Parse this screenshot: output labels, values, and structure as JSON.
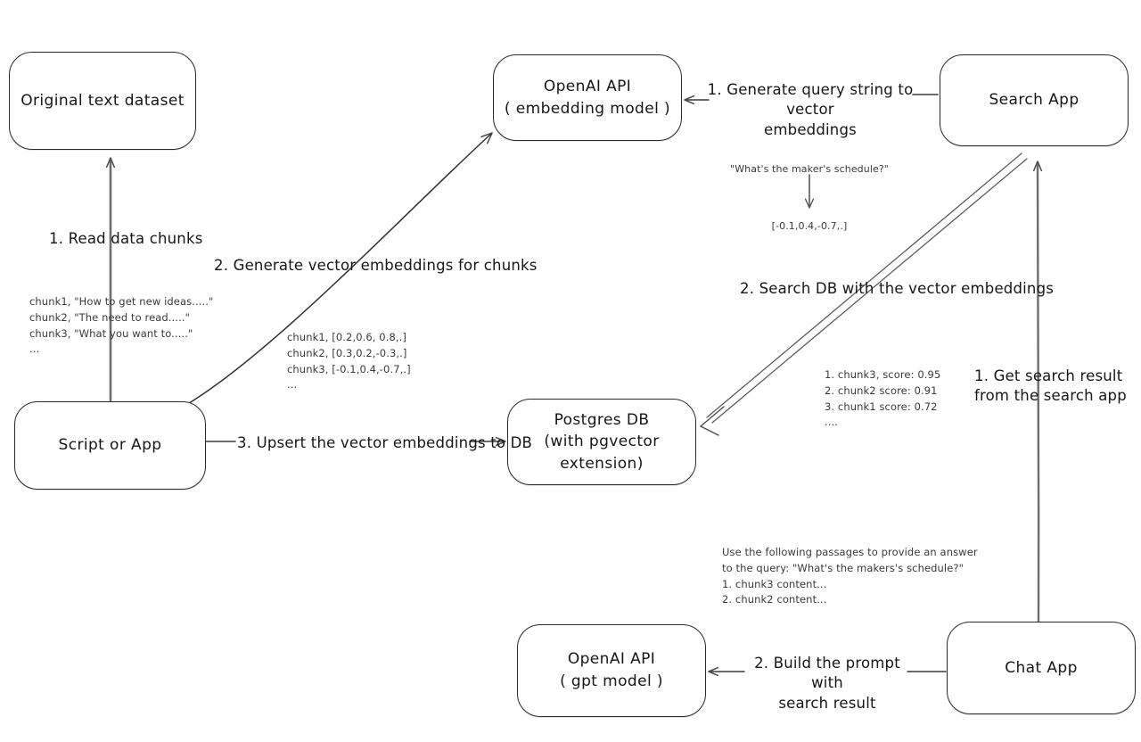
{
  "diagram": {
    "title": "Vector search RAG architecture",
    "style": "hand-drawn whiteboard sketch",
    "background_color": "#ffffff",
    "stroke_color": "#2b2b2b",
    "text_color": "#161616"
  },
  "nodes": {
    "original_dataset": {
      "line1": "Original text dataset",
      "line2": ""
    },
    "script_or_app": {
      "line1": "Script or App",
      "line2": ""
    },
    "openai_embedding": {
      "line1": "OpenAI API",
      "line2": "( embedding model )"
    },
    "postgres_db": {
      "line1": "Postgres DB",
      "line2": "(with pgvector extension)"
    },
    "search_app": {
      "line1": "Search App",
      "line2": ""
    },
    "openai_gpt": {
      "line1": "OpenAI API",
      "line2": "( gpt model )"
    },
    "chat_app": {
      "line1": "Chat App",
      "line2": ""
    }
  },
  "edges": {
    "read_data_chunks": "1. Read data chunks",
    "generate_vector_embeddings": "2. Generate vector embeddings for chunks",
    "upsert_to_db": "3. Upsert the vector embeddings  to DB",
    "generate_query_embeddings": "1. Generate query string to vector\nembeddings",
    "search_db": "2. Search DB with the vector embeddings",
    "get_search_result": "1. Get search result\nfrom the search app",
    "build_prompt": "2. Build the prompt with\nsearch result"
  },
  "notes": {
    "chunks_sample": "chunk1, \"How to get new ideas.....\"\nchunk2, \"The need to read.....\"\nchunk3, \"What you want to.....\"\n...",
    "embeddings_sample": "chunk1, [0.2,0.6, 0.8,.]\nchunk2, [0.3,0.2,-0.3,.]\nchunk3, [-0.1,0.4,-0.7,.]\n...",
    "query_string": "\"What's the maker's schedule?\"",
    "query_vector": "[-0.1,0.4,-0.7,.]",
    "search_results": "1. chunk3, score: 0.95\n2. chunk2 score: 0.91\n3. chunk1 score: 0.72\n....",
    "prompt_sample": "Use the following passages to provide an answer\nto the query: \"What's the makers's schedule?\"\n1. chunk3 content...\n2. chunk2 content..."
  }
}
